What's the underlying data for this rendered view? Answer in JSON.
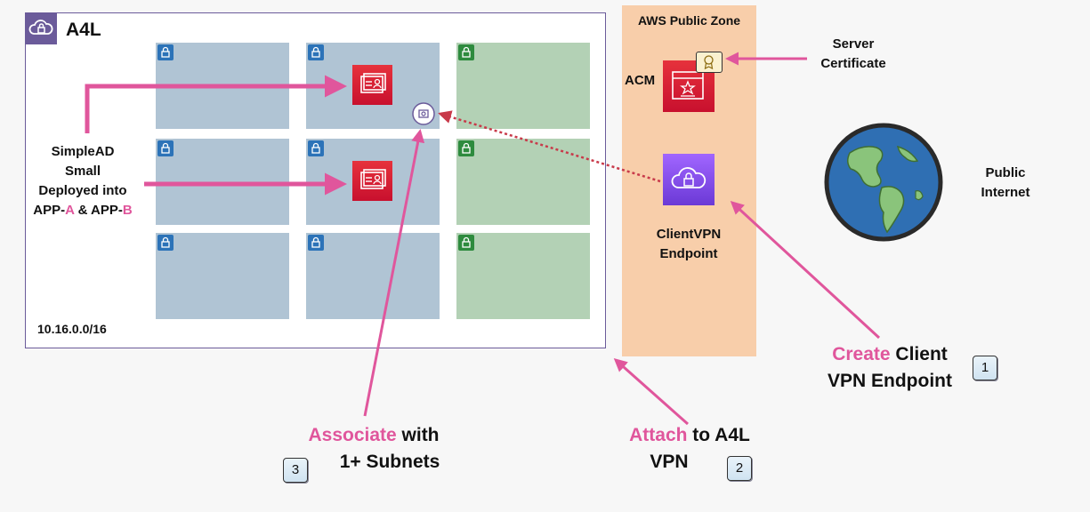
{
  "vpc": {
    "title": "A4L",
    "cidr": "10.16.0.0/16"
  },
  "zone": {
    "title": "AWS Public Zone"
  },
  "simplead": {
    "line1": "SimpleAD",
    "line2": "Small",
    "line3": "Deployed into",
    "line4_a": "APP-",
    "line4_b": "A",
    "line4_c": " & APP-",
    "line4_d": "B"
  },
  "acm": {
    "label": "ACM"
  },
  "server_cert": {
    "line1": "Server",
    "line2": "Certificate"
  },
  "client_vpn": {
    "line1": "ClientVPN",
    "line2": "Endpoint"
  },
  "public_internet": {
    "line1": "Public",
    "line2": "Internet"
  },
  "step1": {
    "highlight": "Create",
    "rest": " Client",
    "line2": "VPN Endpoint",
    "num": "1"
  },
  "step2": {
    "highlight": "Attach",
    "rest": " to A4L",
    "line2": "VPN",
    "num": "2"
  },
  "step3": {
    "highlight": "Associate",
    "rest": " with",
    "line2": "1+ Subnets",
    "num": "3"
  },
  "colors": {
    "vpc_border": "#6b5b9a",
    "private_subnet": "#b0c4d4",
    "public_subnet": "#b3d1b5",
    "public_zone": "#f8ceaa",
    "accent": "#e0569c"
  }
}
